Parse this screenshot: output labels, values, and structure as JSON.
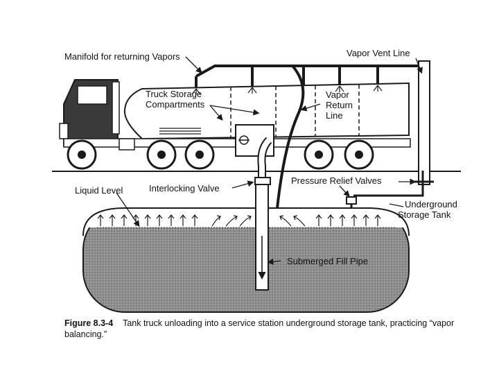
{
  "labels": {
    "manifold": "Manifold for returning Vapors",
    "vent_line": "Vapor Vent Line",
    "truck_storage_1": "Truck Storage",
    "truck_storage_2": "Compartments",
    "vapor_return_1": "Vapor",
    "vapor_return_2": "Return",
    "vapor_return_3": "Line",
    "liquid_level": "Liquid Level",
    "interlocking_valve": "Interlocking Valve",
    "pressure_relief": "Pressure Relief Valves",
    "underground_1": "Underground",
    "underground_2": "Storage Tank",
    "fill_pipe": "Submerged Fill Pipe"
  },
  "caption": {
    "number": "Figure 8.3-4",
    "line1": "Tank truck unloading into a service station underground storage tank, practicing “vapor",
    "line2": "balancing.”"
  },
  "colors": {
    "ink": "#1a1a1a",
    "tank_fill": "#8c8c8c",
    "cab_fill": "#3a3a3a"
  }
}
